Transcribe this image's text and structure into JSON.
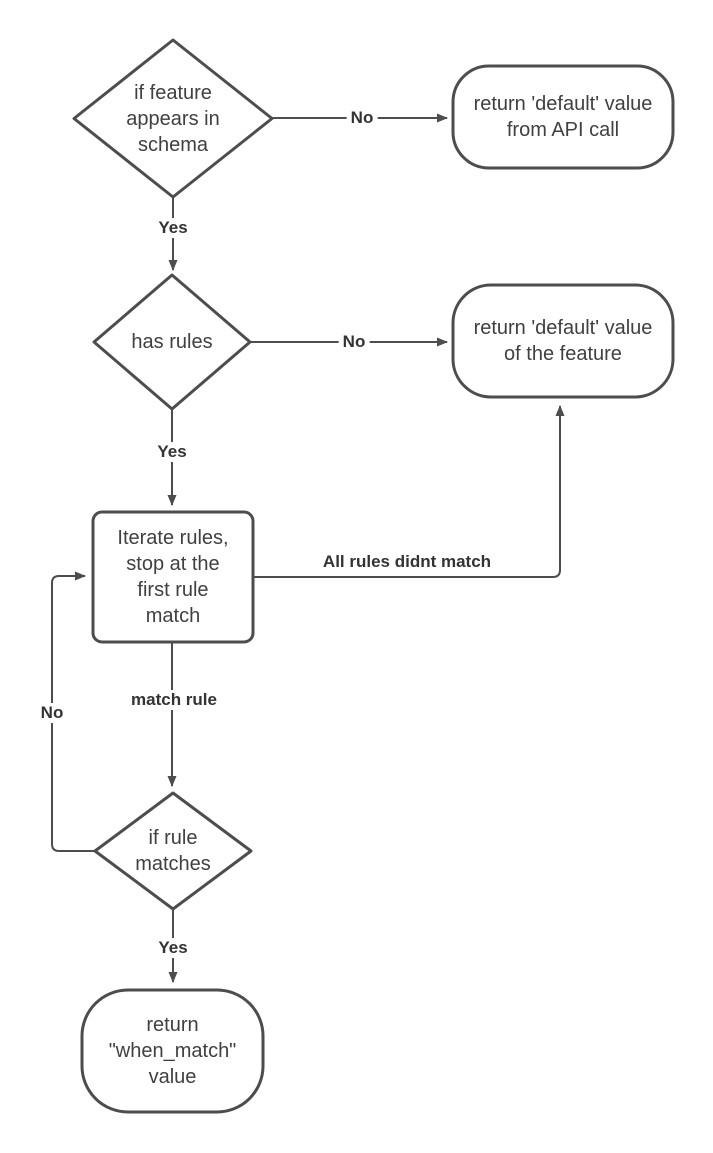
{
  "diagram": {
    "type": "flowchart",
    "colors": {
      "stroke": "#4d4d4d",
      "node_text": "#404040",
      "label_text": "#333333",
      "background": "#ffffff"
    },
    "nodes": {
      "check_schema": {
        "type": "decision",
        "label": "if feature\nappears in\nschema"
      },
      "return_api_default": {
        "type": "terminator",
        "label": "return 'default' value\nfrom API call"
      },
      "has_rules": {
        "type": "decision",
        "label": "has rules"
      },
      "return_feature_default": {
        "type": "terminator",
        "label": "return 'default' value\nof the feature"
      },
      "iterate_rules": {
        "type": "process",
        "label": "Iterate rules,\nstop at the\nfirst rule\nmatch"
      },
      "if_rule_matches": {
        "type": "decision",
        "label": "if rule\nmatches"
      },
      "return_when_match": {
        "type": "terminator",
        "label": "return\n\"when_match\"\nvalue"
      }
    },
    "edge_labels": {
      "schema_no": "No",
      "schema_yes": "Yes",
      "rules_no": "No",
      "rules_yes": "Yes",
      "all_rules_didnt_match": "All rules didnt match",
      "match_rule": "match rule",
      "rule_no": "No",
      "rule_yes": "Yes"
    }
  }
}
